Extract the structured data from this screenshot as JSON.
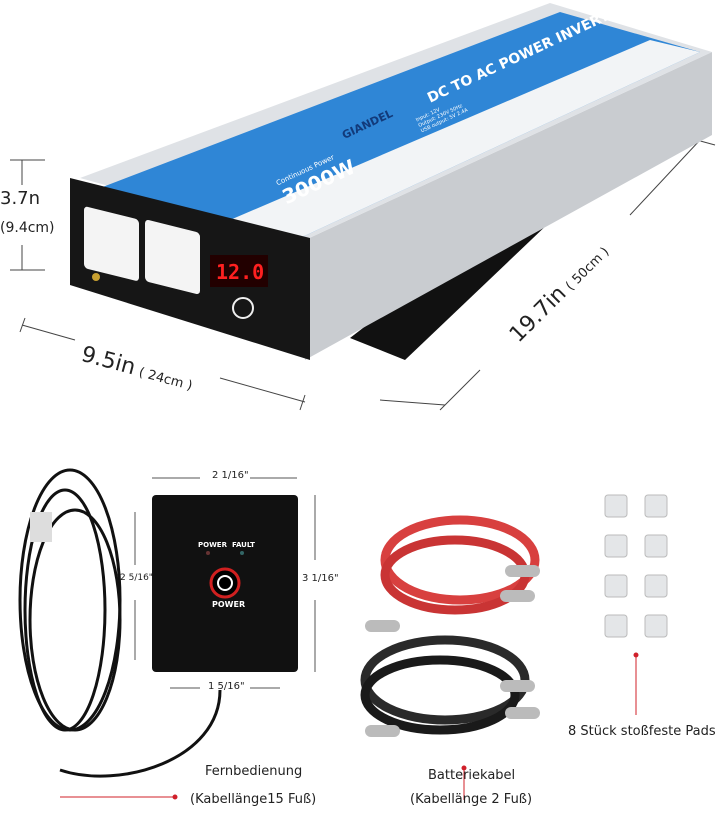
{
  "dimensions": {
    "height_in": "3.7n",
    "height_cm": "(9.4cm)",
    "width_in": "9.5in",
    "width_cm": "( 24cm )",
    "length_in": "19.7in",
    "length_cm": "( 50cm )"
  },
  "inverter": {
    "brand": "GIANDEL",
    "title": "DC TO AC POWER INVERTER",
    "subtitle": "Continuous Power",
    "power": "3000W",
    "display": "12.0",
    "spec_lines": [
      "Input: 12V",
      "Output: 230V 50Hz",
      "USB output: 5V 2.4A"
    ]
  },
  "remote": {
    "width": "2 1/16\"",
    "height_inner": "2 5/16\"",
    "height_outer": "3 1/16\"",
    "bottom": "1 5/16\"",
    "led_power": "POWER",
    "led_fault": "FAULT",
    "button_label": "POWER"
  },
  "labels": {
    "remote_name": "Fernbedienung",
    "remote_cable": "(Kabellänge15 Fuß)",
    "battery_name": "Batteriekabel",
    "battery_cable": "(Kabellänge 2 Fuß)",
    "pads": "8 Stück stoßfeste Pads"
  },
  "colors": {
    "accent_blue": "#2f86d6",
    "marker_red": "#d0202a",
    "display_red": "#ff2020",
    "cable_red": "#d8403f"
  }
}
